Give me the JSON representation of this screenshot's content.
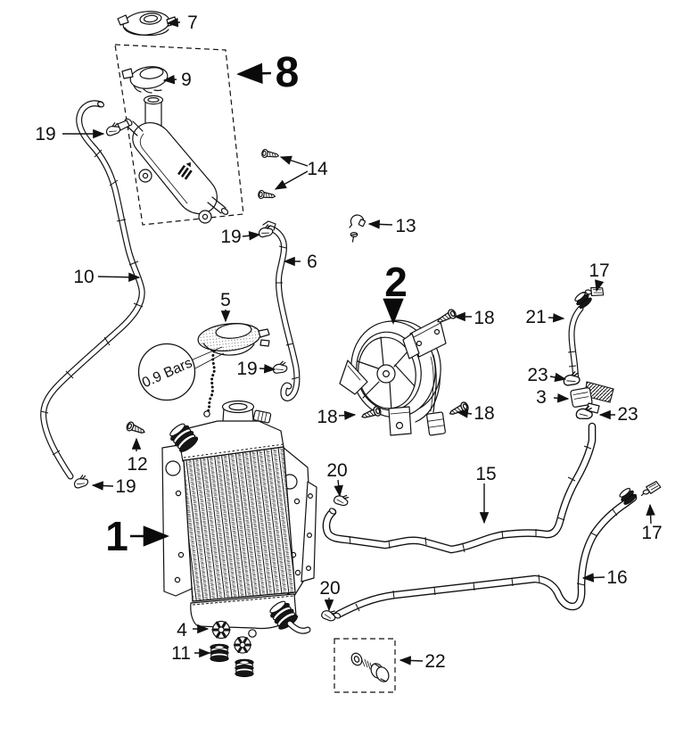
{
  "figure": {
    "kind": "exploded-parts-diagram",
    "subject": "engine cooling system (radiator, fan, expansion tank, hoses)",
    "colors": {
      "background": "#ffffff",
      "line": "#111111"
    }
  },
  "badge": {
    "label": "0.9 Bars"
  },
  "callouts": [
    {
      "label": "7",
      "part": "radiator-cap-top"
    },
    {
      "label": "8",
      "part": "expansion-tank-assembly",
      "emphasis": true
    },
    {
      "label": "9",
      "part": "expansion-tank-cap"
    },
    {
      "label": "19",
      "part": "hose-clamp-top-left"
    },
    {
      "label": "14",
      "part": "self-tapping-screws"
    },
    {
      "label": "19",
      "part": "hose-clamp-overflow-top"
    },
    {
      "label": "13",
      "part": "clamp-with-pin"
    },
    {
      "label": "6",
      "part": "overflow-hose"
    },
    {
      "label": "10",
      "part": "breather-hose-left"
    },
    {
      "label": "2",
      "part": "cooling-fan",
      "emphasis": true
    },
    {
      "label": "17",
      "part": "worm-clamp-top-right"
    },
    {
      "label": "21",
      "part": "upper-right-hose"
    },
    {
      "label": "18",
      "part": "fan-screw-top"
    },
    {
      "label": "5",
      "part": "radiator-pressure-cap"
    },
    {
      "label": "19",
      "part": "hose-clamp-overflow-bottom"
    },
    {
      "label": "23",
      "part": "clamp-thermostat-upper"
    },
    {
      "label": "3",
      "part": "thermostat-sensor"
    },
    {
      "label": "23",
      "part": "clamp-thermostat-lower"
    },
    {
      "label": "18",
      "part": "fan-screw-left"
    },
    {
      "label": "18",
      "part": "fan-screw-right"
    },
    {
      "label": "12",
      "part": "radiator-mount-screw"
    },
    {
      "label": "19",
      "part": "hose-clamp-bottom-left"
    },
    {
      "label": "20",
      "part": "clamp-inlet-hose"
    },
    {
      "label": "15",
      "part": "radiator-inlet-hose"
    },
    {
      "label": "1",
      "part": "radiator",
      "emphasis": true
    },
    {
      "label": "17",
      "part": "worm-clamp-bottom-right"
    },
    {
      "label": "16",
      "part": "radiator-outlet-hose"
    },
    {
      "label": "20",
      "part": "clamp-outlet-hose"
    },
    {
      "label": "4",
      "part": "star-washers"
    },
    {
      "label": "11",
      "part": "rubber-grommets"
    },
    {
      "label": "22",
      "part": "drain-bolt-with-washer"
    }
  ]
}
